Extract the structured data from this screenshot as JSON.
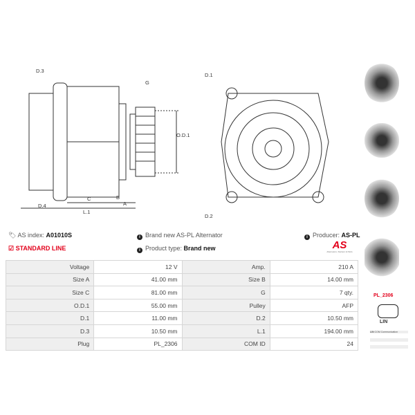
{
  "drawing": {
    "labels": [
      "D.3",
      "G",
      "O.D.1",
      "C",
      "B",
      "A",
      "D.4",
      "L.1",
      "D.1",
      "D.2"
    ]
  },
  "info": {
    "as_index_label": "AS index:",
    "as_index": "A01010S",
    "description": "Brand new AS-PL Alternator",
    "producer_label": "Producer:",
    "producer": "AS-PL",
    "standard_line": "STANDARD LINE",
    "product_type_label": "Product type:",
    "product_type": "Brand new",
    "logo_text": "AS",
    "logo_sub": "Alternators, Starters & Parts"
  },
  "specs": [
    [
      "Voltage",
      "12 V",
      "Amp.",
      "210 A"
    ],
    [
      "Size A",
      "41.00 mm",
      "Size B",
      "14.00 mm"
    ],
    [
      "Size C",
      "81.00 mm",
      "G",
      "7 qty."
    ],
    [
      "O.D.1",
      "55.00 mm",
      "Pulley",
      "AFP"
    ],
    [
      "D.1",
      "11.00 mm",
      "D.2",
      "10.50 mm"
    ],
    [
      "D.3",
      "10.50 mm",
      "L.1",
      "194.00 mm"
    ],
    [
      "Plug",
      "PL_2306",
      "COM ID",
      "24"
    ]
  ],
  "plug": {
    "code": "PL_2306",
    "type": "LIN",
    "legend": [
      {
        "key": "LIN",
        "value": "COM Communication"
      }
    ]
  },
  "colors": {
    "accent": "#e3001b"
  }
}
